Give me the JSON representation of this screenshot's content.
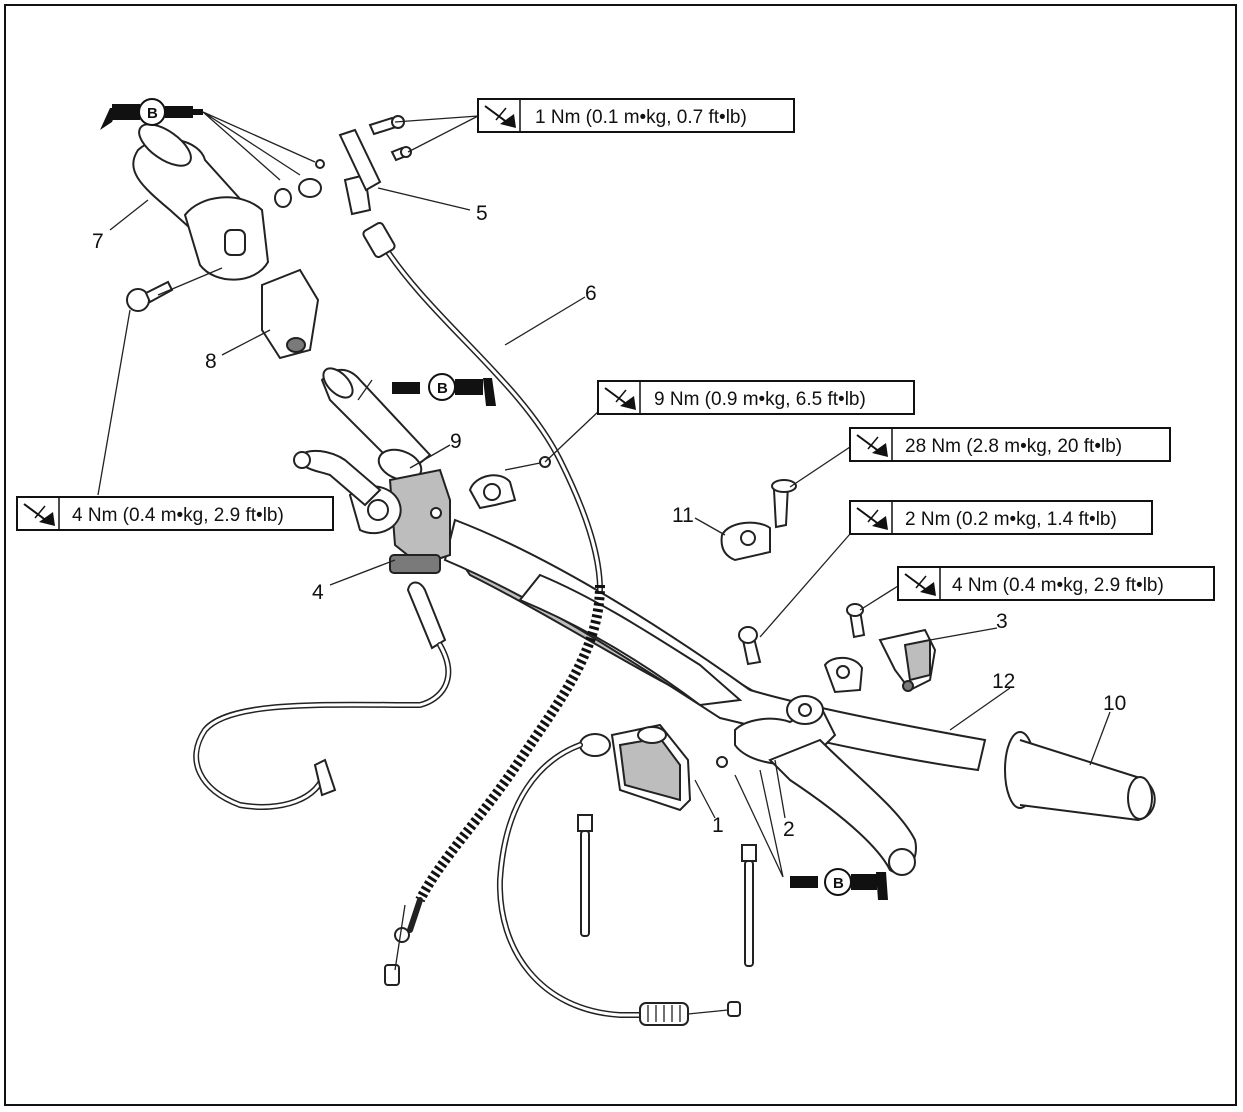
{
  "diagram": {
    "torque_specs": [
      {
        "id": "spec-1nm",
        "text": "1 Nm (0.1 m•kg, 0.7 ft•lb)"
      },
      {
        "id": "spec-9nm",
        "text": "9 Nm (0.9 m•kg, 6.5 ft•lb)"
      },
      {
        "id": "spec-28nm",
        "text": "28 Nm (2.8 m•kg, 20 ft•lb)"
      },
      {
        "id": "spec-2nm",
        "text": "2 Nm (0.2 m•kg, 1.4 ft•lb)"
      },
      {
        "id": "spec-4nm-right",
        "text": "4 Nm (0.4 m•kg, 2.9 ft•lb)"
      },
      {
        "id": "spec-4nm-left",
        "text": "4 Nm (0.4 m•kg, 2.9 ft•lb)"
      }
    ],
    "part_labels": [
      "1",
      "2",
      "3",
      "4",
      "5",
      "6",
      "7",
      "8",
      "9",
      "10",
      "11",
      "12"
    ],
    "lubricant_badge": "B",
    "icons": [
      "torque-wrench-icon",
      "grease-gun-icon"
    ]
  }
}
